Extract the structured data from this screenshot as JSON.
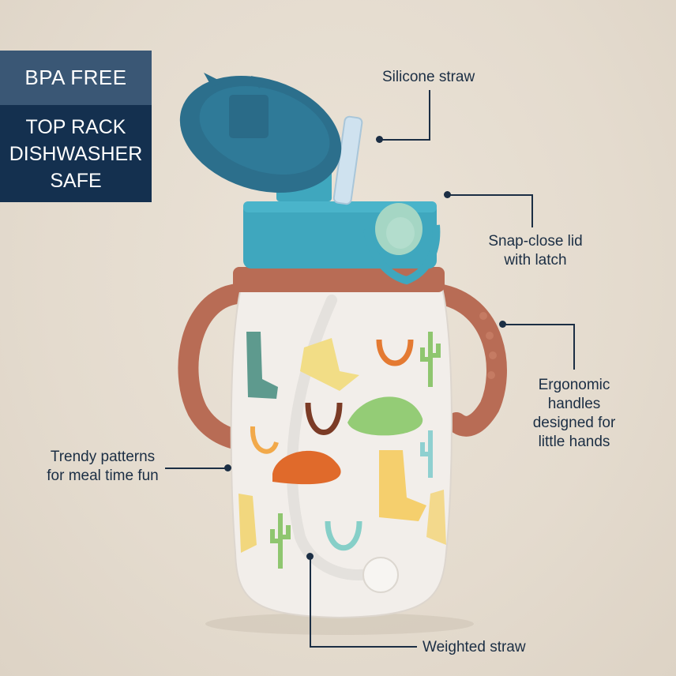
{
  "badge": {
    "top_label": "BPA FREE",
    "bottom_lines": [
      "TOP RACK",
      "DISHWASHER",
      "SAFE"
    ]
  },
  "callouts": {
    "silicone_straw": "Silicone straw",
    "snap_close": [
      "Snap-close lid",
      "with latch"
    ],
    "ergonomic": [
      "Ergonomic",
      "handles",
      "designed for",
      "little hands"
    ],
    "trendy": [
      "Trendy patterns",
      "for meal time fun"
    ],
    "weighted": "Weighted straw"
  },
  "colors": {
    "background": "#e6ddd0",
    "badge_top": "#3a5775",
    "badge_bottom": "#14304f",
    "callout_text": "#1b2e44",
    "lid_dark": "#2c6f8c",
    "lid_light": "#3fa7be",
    "handle": "#b86c55",
    "latch_button": "#a5d6c4"
  }
}
